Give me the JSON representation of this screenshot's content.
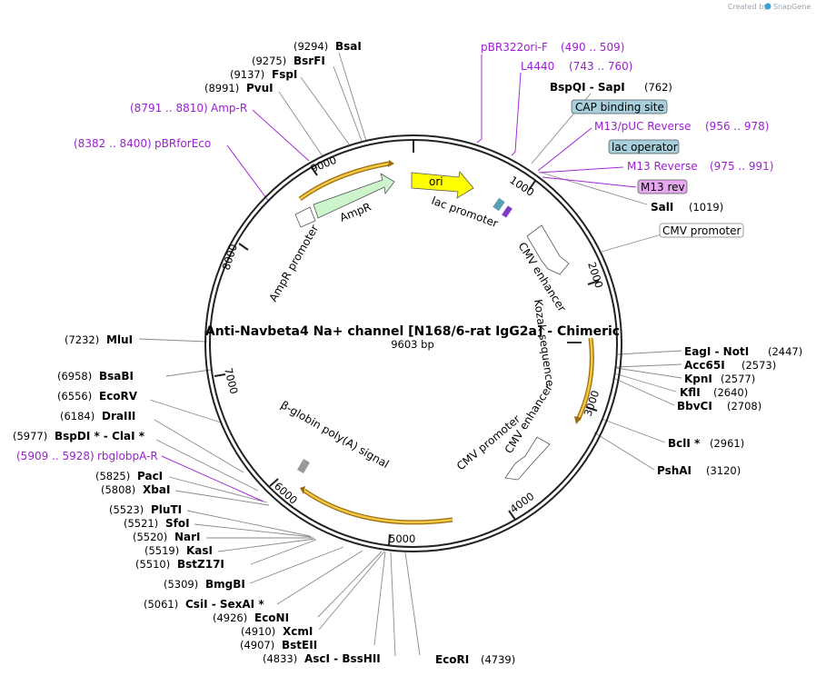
{
  "credit": {
    "text": "Created by",
    "brand": "SnapGene"
  },
  "map": {
    "title": "Anti-Navbeta4 Na+ channel [N168/6-rat IgG2a] - Chimeric",
    "size": "9603 bp",
    "tick_labels": [
      "1000",
      "2000",
      "3000",
      "4000",
      "5000",
      "6000",
      "7000",
      "8000",
      "9000"
    ]
  },
  "enzymes": [
    {
      "pos": "(9294)",
      "name": "BsaI"
    },
    {
      "pos": "(9275)",
      "name": "BsrFI"
    },
    {
      "pos": "(9137)",
      "name": "FspI"
    },
    {
      "pos": "(8991)",
      "name": "PvuI"
    },
    {
      "pos": "(762)",
      "name": "BspQI - SapI"
    },
    {
      "pos": "(1019)",
      "name": "SalI"
    },
    {
      "pos": "(7232)",
      "name": "MluI"
    },
    {
      "pos": "(6958)",
      "name": "BsaBI"
    },
    {
      "pos": "(6556)",
      "name": "EcoRV"
    },
    {
      "pos": "(6184)",
      "name": "DraIII"
    },
    {
      "pos": "(5977)",
      "name": "BspDI * - ClaI *"
    },
    {
      "pos": "(5825)",
      "name": "PacI"
    },
    {
      "pos": "(5808)",
      "name": "XbaI"
    },
    {
      "pos": "(5523)",
      "name": "PluTI"
    },
    {
      "pos": "(5521)",
      "name": "SfoI"
    },
    {
      "pos": "(5520)",
      "name": "NarI"
    },
    {
      "pos": "(5519)",
      "name": "KasI"
    },
    {
      "pos": "(5510)",
      "name": "BstZ17I"
    },
    {
      "pos": "(5309)",
      "name": "BmgBI"
    },
    {
      "pos": "(5061)",
      "name": "CsiI - SexAI *"
    },
    {
      "pos": "(4926)",
      "name": "EcoNI"
    },
    {
      "pos": "(4910)",
      "name": "XcmI"
    },
    {
      "pos": "(4907)",
      "name": "BstEII"
    },
    {
      "pos": "(4833)",
      "name": "AscI - BssHII"
    },
    {
      "pos": "(4739)",
      "name": "EcoRI"
    },
    {
      "pos": "(2447)",
      "name": "EagI - NotI"
    },
    {
      "pos": "(2573)",
      "name": "Acc65I"
    },
    {
      "pos": "(2577)",
      "name": "KpnI"
    },
    {
      "pos": "(2640)",
      "name": "KflI"
    },
    {
      "pos": "(2708)",
      "name": "BbvCI"
    },
    {
      "pos": "(2961)",
      "name": "BclI *"
    },
    {
      "pos": "(3120)",
      "name": "PshAI"
    }
  ],
  "primers": [
    {
      "name": "pBR322ori-F",
      "range": "(490 .. 509)"
    },
    {
      "name": "L4440",
      "range": "(743 .. 760)"
    },
    {
      "name": "M13/pUC Reverse",
      "range": "(956 .. 978)"
    },
    {
      "name": "M13 Reverse",
      "range": "(975 .. 991)"
    },
    {
      "name": "Amp-R",
      "range": "(8791 .. 8810)"
    },
    {
      "name": "pBRforEco",
      "range": "(8382 .. 8400)"
    },
    {
      "name": "rbglobpA-R",
      "range": "(5909 .. 5928)"
    }
  ],
  "boxed_labels": [
    {
      "text": "CAP binding site",
      "fill": "#a7cfdc"
    },
    {
      "text": "lac operator",
      "fill": "#a7cfdc"
    },
    {
      "text": "M13 rev",
      "fill": "#e6a9f0"
    },
    {
      "text": "CMV promoter",
      "fill": "#ffffff"
    }
  ],
  "features": [
    "ori",
    "lac promoter",
    "AmpR",
    "AmpR promoter",
    "CMV enhancer",
    "Kozak sequence",
    "CMV promoter",
    "CMV enhancer",
    "β-globin poly(A) signal"
  ],
  "colors": {
    "ori": "#ffff00",
    "ampr": "#ccf5cc",
    "orf_outline": "#c79528",
    "orf_fill": "#f5c842",
    "primer": "#9b1fd1",
    "backbone": "#222222"
  }
}
